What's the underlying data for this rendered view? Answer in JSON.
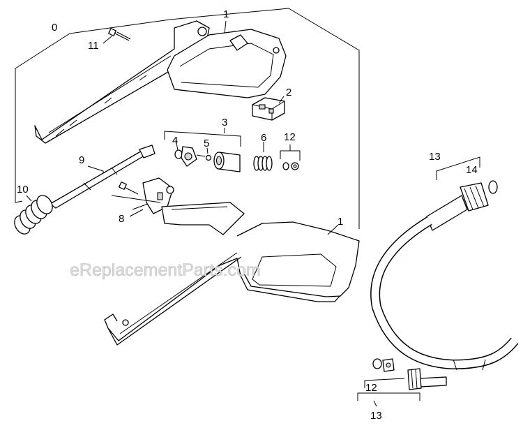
{
  "watermark": "eReplacementParts.com",
  "labels": {
    "l0": "0",
    "l1_top": "1",
    "l1_mid": "1",
    "l2": "2",
    "l3": "3",
    "l4": "4",
    "l5": "5",
    "l6": "6",
    "l8": "8",
    "l9": "9",
    "l10": "10",
    "l11": "11",
    "l12_top": "12",
    "l12_bottom": "12",
    "l13_top": "13",
    "l13_bottom": "13",
    "l14": "14"
  }
}
